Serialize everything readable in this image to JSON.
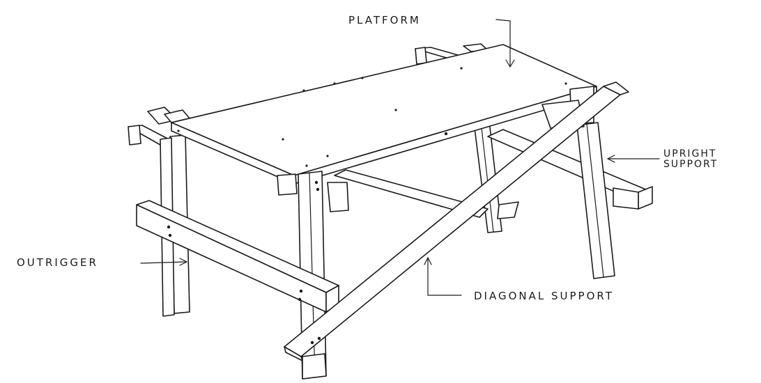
{
  "labels": {
    "platform": "PLATFORM",
    "upright_line1": "UPRIGHT",
    "upright_line2": "SUPPORT",
    "outrigger": "OUTRIGGER",
    "diagonal": "DIAGONAL SUPPORT"
  },
  "colors": {
    "ink": "#1a1a1a",
    "paper": "#ffffff"
  }
}
